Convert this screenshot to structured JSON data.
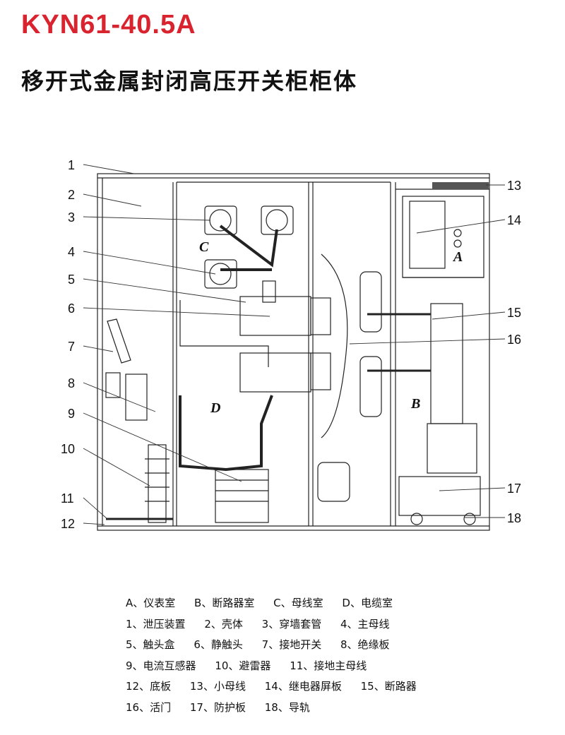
{
  "header": {
    "model": "KYN61-40.5A",
    "subtitle": "移开式金属封闭高压开关柜柜体"
  },
  "diagram": {
    "zones": {
      "a": "A",
      "b": "B",
      "c": "C",
      "d": "D"
    },
    "callouts": [
      "1",
      "2",
      "3",
      "4",
      "5",
      "6",
      "7",
      "8",
      "9",
      "10",
      "11",
      "12",
      "13",
      "14",
      "15",
      "16",
      "17",
      "18"
    ]
  },
  "legend": {
    "rows": [
      [
        "A、仪表室",
        "B、断路器室",
        "C、母线室",
        "D、电缆室"
      ],
      [
        "1、泄压装置",
        "2、壳体",
        "3、穿墙套管",
        "4、主母线"
      ],
      [
        "5、触头盒",
        "6、静触头",
        "7、接地开关",
        "8、绝缘板"
      ],
      [
        "9、电流互感器",
        "10、避雷器",
        "11、接地主母线"
      ],
      [
        "12、底板",
        "13、小母线",
        "14、继电器屏板",
        "15、断路器"
      ],
      [
        "16、活门",
        "17、防护板",
        "18、导轨"
      ]
    ]
  },
  "colors": {
    "model": "#d9232e",
    "lines": "#1a1a1a"
  }
}
